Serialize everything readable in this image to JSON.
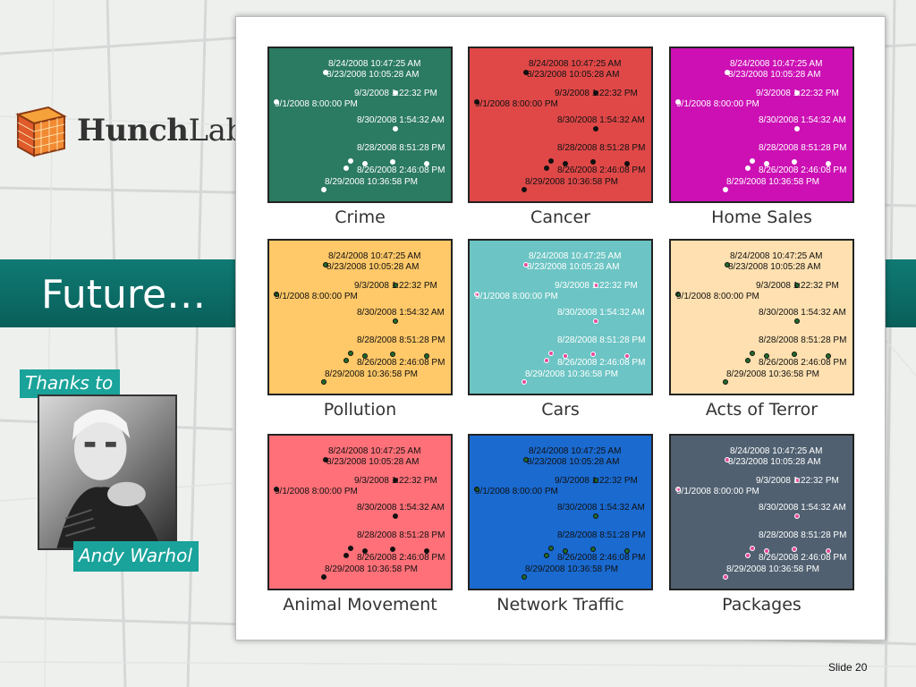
{
  "logo": {
    "name_bold": "Hunch",
    "name_regular": "Lab"
  },
  "title": "Future…",
  "thanks_label": "Thanks to",
  "artist_label": "Andy Warhol",
  "slide_number": "Slide 20",
  "timestamps": [
    "8/24/2008 10:47:25 AM",
    "8/23/2008 10:05:28 AM",
    "9/3/2008 1:22:32 PM",
    "9/1/2008 8:00:00 PM",
    "8/30/2008 1:54:32 AM",
    "8/28/2008 8:51:28 PM",
    "8/26/2008 2:46:08 PM",
    "8/29/2008 10:36:58 PM"
  ],
  "panels": [
    {
      "label": "Crime",
      "bg": "#2b7a62",
      "text_color": "#ffffff",
      "dot_color": "#ffffff"
    },
    {
      "label": "Cancer",
      "bg": "#e04848",
      "text_color": "#111111",
      "dot_color": "#111111"
    },
    {
      "label": "Home Sales",
      "bg": "#cc10b4",
      "text_color": "#ffffff",
      "dot_color": "#ffffff"
    },
    {
      "label": "Pollution",
      "bg": "#ffc868",
      "text_color": "#111111",
      "dot_color": "#1f6b2a"
    },
    {
      "label": "Cars",
      "bg": "#6cc4c4",
      "text_color": "#ffffff",
      "dot_color": "#e8489c"
    },
    {
      "label": "Acts of Terror",
      "bg": "#ffe0b0",
      "text_color": "#111111",
      "dot_color": "#1f6b2a"
    },
    {
      "label": "Animal Movement",
      "bg": "#ff7078",
      "text_color": "#111111",
      "dot_color": "#111111"
    },
    {
      "label": "Network Traffic",
      "bg": "#1a6ad0",
      "text_color": "#111111",
      "dot_color": "#1f6b2a"
    },
    {
      "label": "Packages",
      "bg": "#506070",
      "text_color": "#ffffff",
      "dot_color": "#e8489c"
    }
  ]
}
